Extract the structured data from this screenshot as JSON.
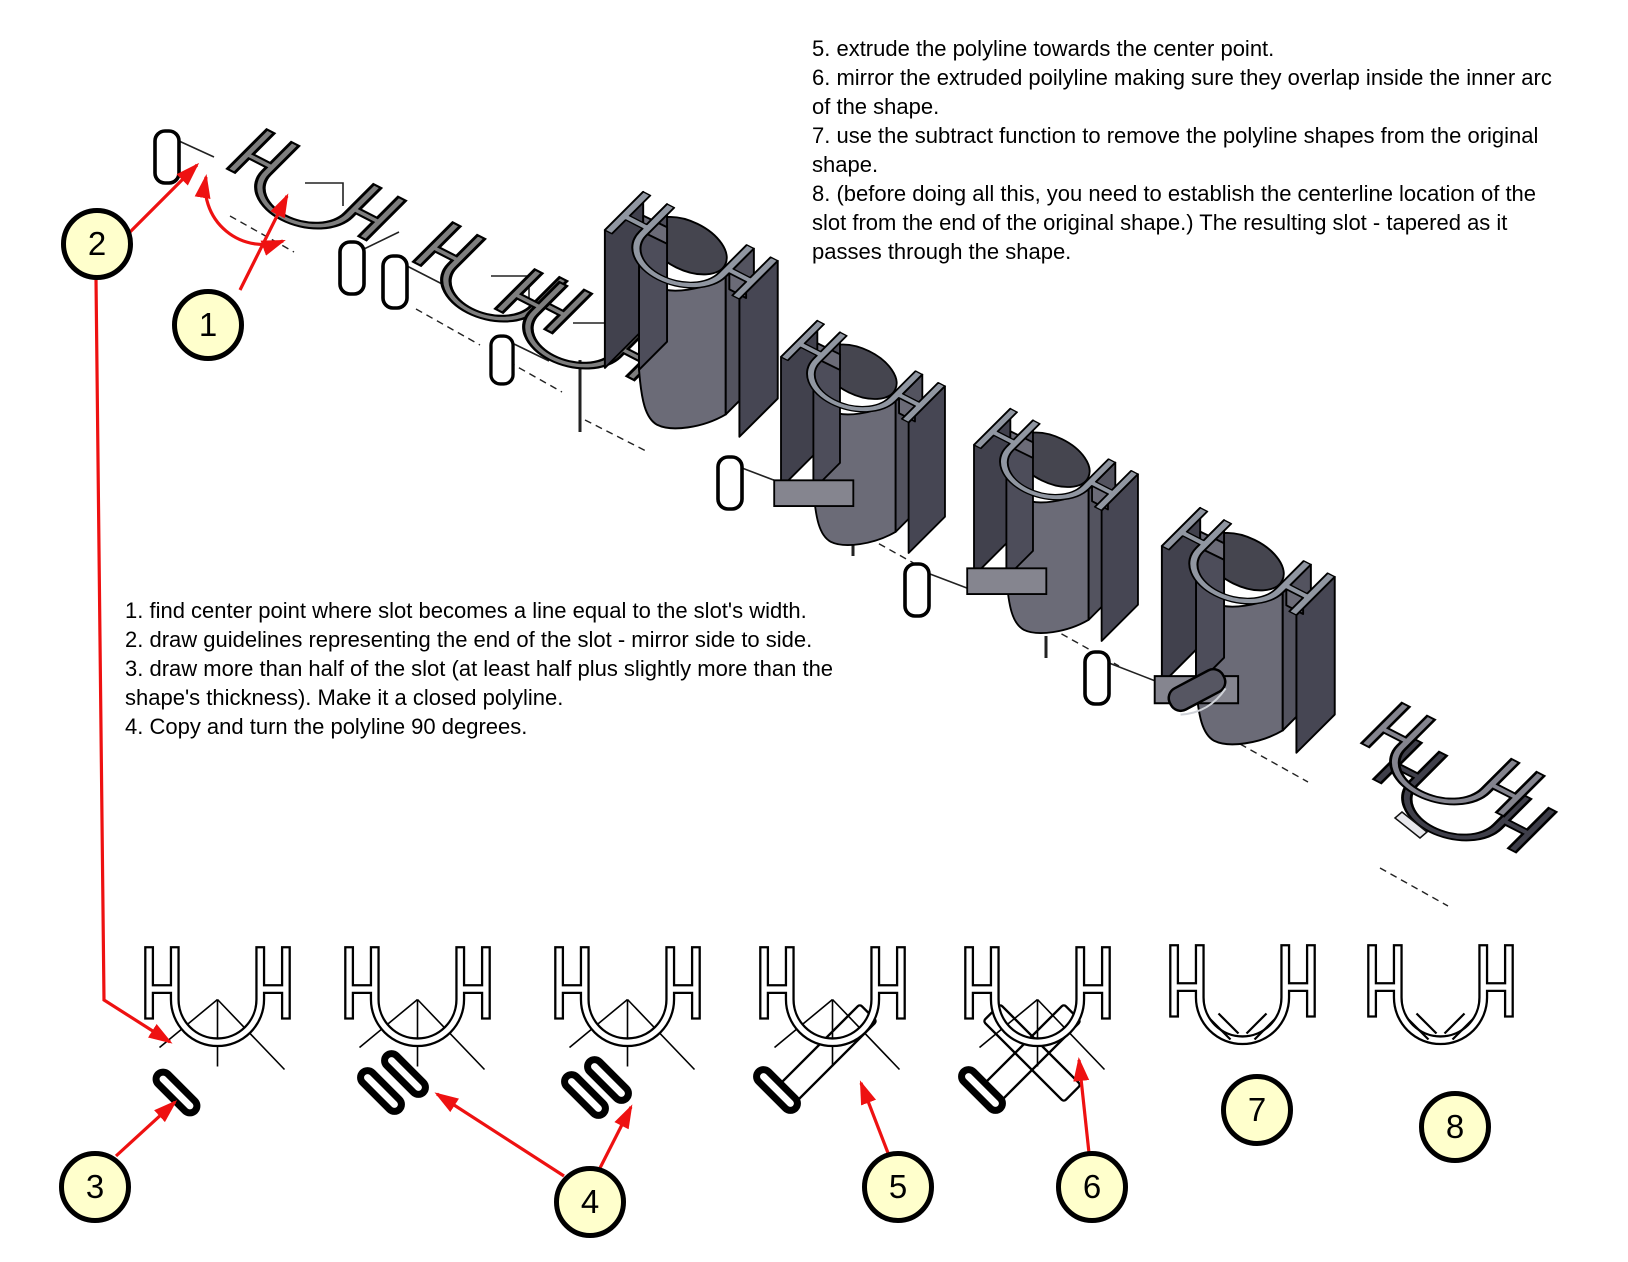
{
  "steps_right": [
    "5. extrude the polyline towards the center point.",
    "6. mirror the extruded poilyline making sure they overlap inside the inner arc of the shape.",
    "7. use the subtract function to remove the polyline shapes from the original shape.",
    "8.  (before doing all this, you need to establish the centerline location of the slot from the end of the original shape.) The resulting slot - tapered as it passes through the shape."
  ],
  "steps_left": [
    "1. find center point where slot becomes a line equal to the slot's width.",
    "2. draw guidelines representing the end of the slot - mirror side to side.",
    "3. draw more than half of the slot (at least half plus slightly more than the shape's thickness). Make it a closed polyline.",
    "4. Copy and turn the polyline 90 degrees."
  ],
  "callouts": [
    {
      "n": "1"
    },
    {
      "n": "2"
    },
    {
      "n": "3"
    },
    {
      "n": "4"
    },
    {
      "n": "5"
    },
    {
      "n": "6"
    },
    {
      "n": "7"
    },
    {
      "n": "8"
    }
  ],
  "colors": {
    "annotation_red": "#ee1111",
    "callout_fill": "#ffffcc",
    "outline": "#000000",
    "flat_shape_gray": "#7e7e7e",
    "solid_body": "#6b6b77",
    "solid_plate_dark": "#464653",
    "solid_top": "#9096a1",
    "background": "#ffffff"
  },
  "icons": {
    "callout_badge": "numbered-circle-badge",
    "annotation_arrow": "red-arrow",
    "rotate_annotation": "curved-double-arrow"
  }
}
